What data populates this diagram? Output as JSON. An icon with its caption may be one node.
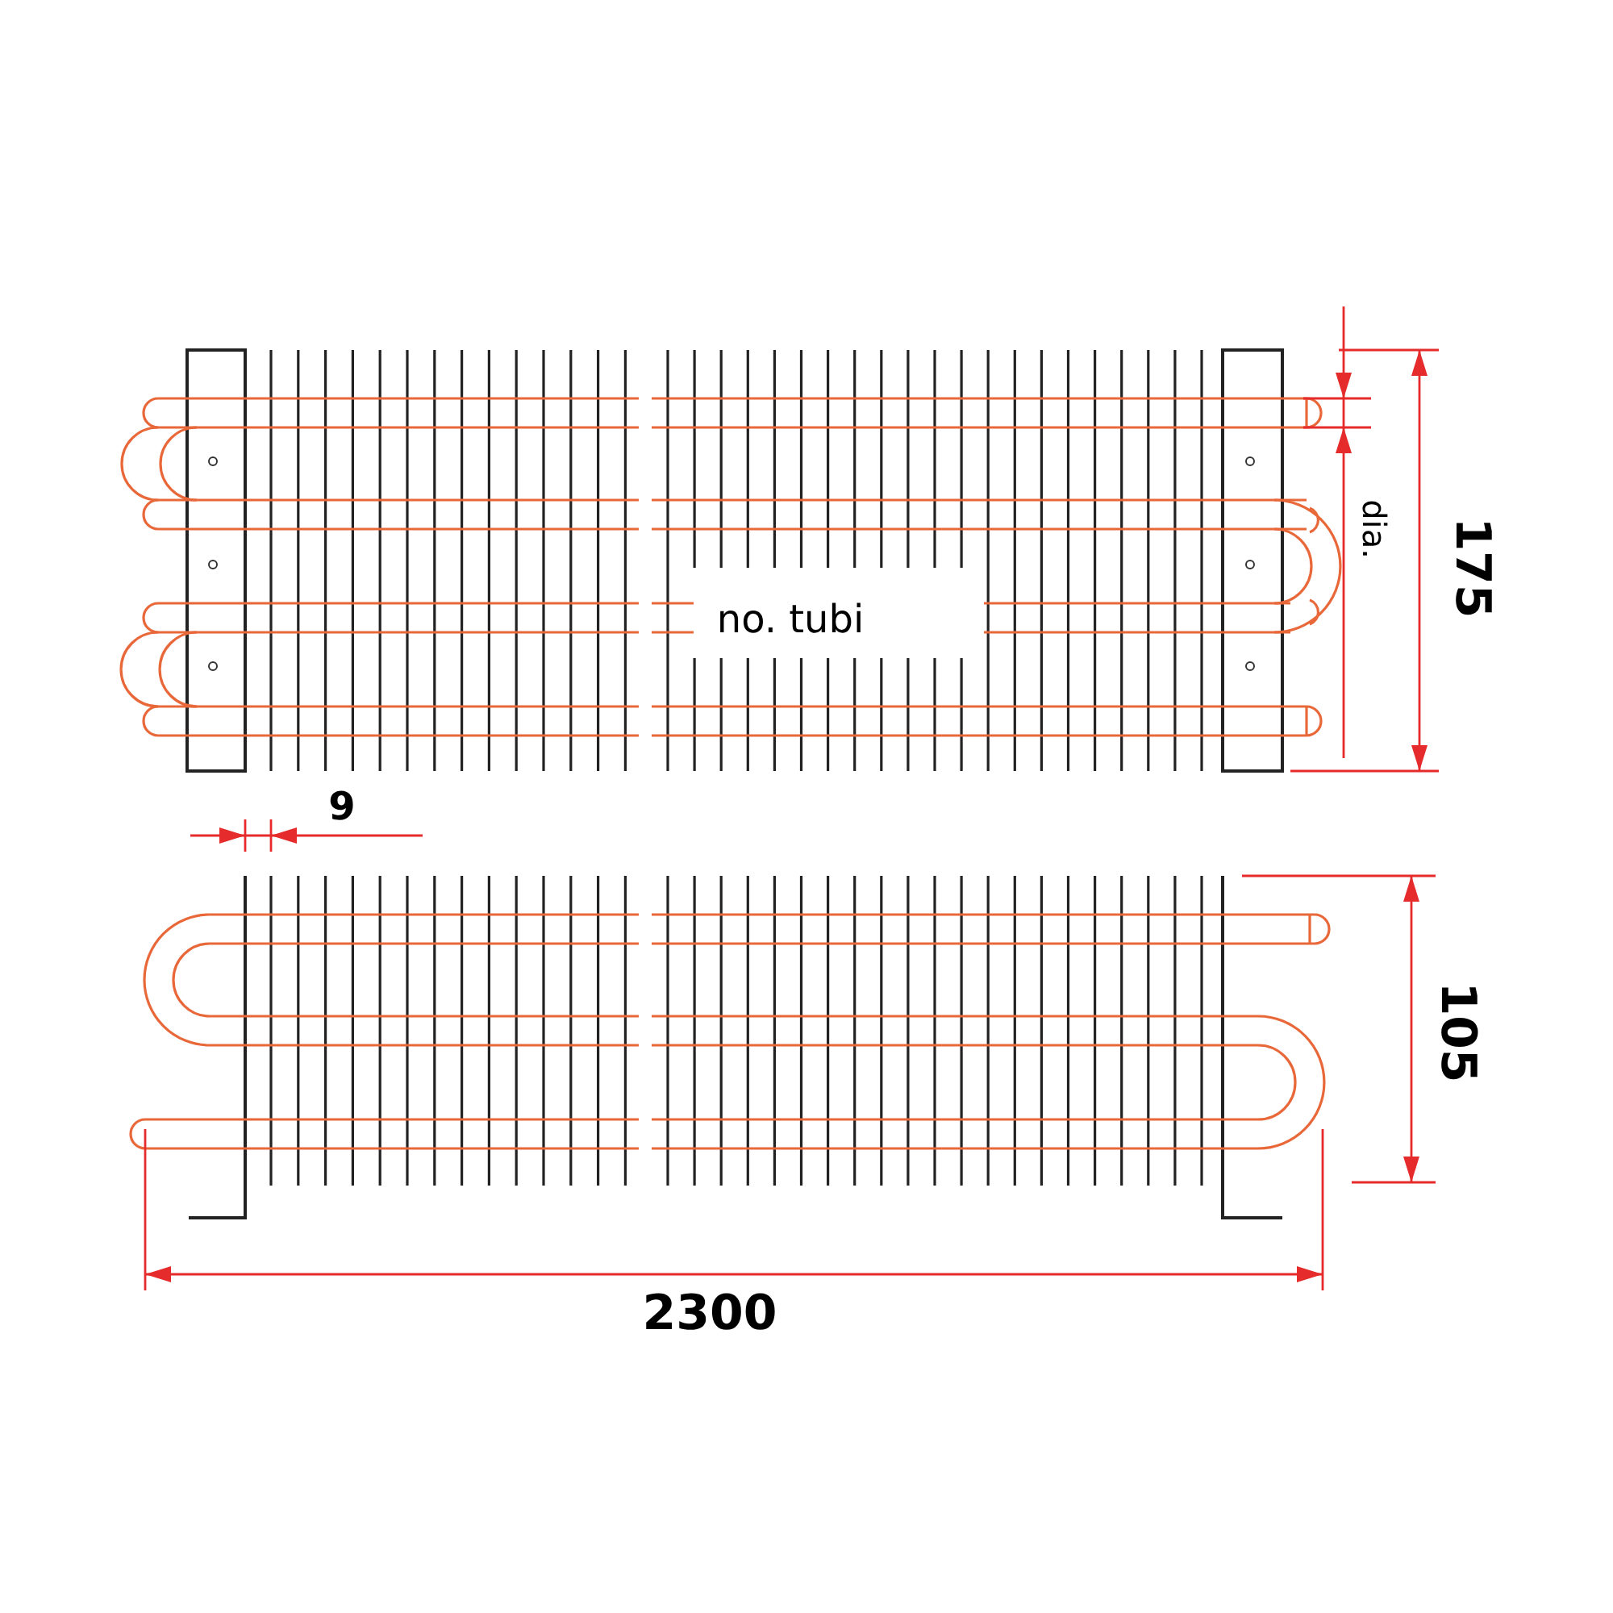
{
  "diagram": {
    "labels": [
      "175",
      "dia.",
      "no. tubi",
      "9",
      "105",
      "2300"
    ]
  }
}
